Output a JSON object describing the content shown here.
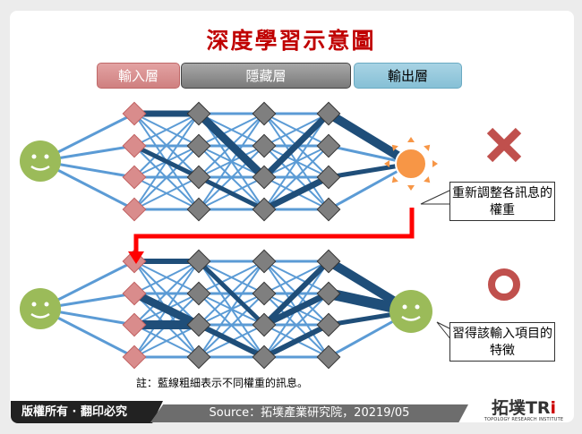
{
  "title": "深度學習示意圖",
  "layers": {
    "input": "輸入層",
    "hidden": "隱藏層",
    "output": "輸出層"
  },
  "callouts": {
    "top": "重新調整各訊息的權重",
    "bottom": "習得該輸入項目的特徵"
  },
  "marks": {
    "top": "cross-mark",
    "bottom": "circle-mark"
  },
  "note": "註：藍線粗細表示不同權重的訊息。",
  "footer": {
    "copyright": "版權所有 · 翻印必究",
    "source": "Source：拓墣產業研究院，20219/05",
    "logo_text": "拓墣TRi",
    "logo_subtitle": "TOPOLOGY RESEARCH INSTITUTE"
  },
  "colors": {
    "title": "#c00000",
    "thin_edge": "#5b9bd5",
    "thick_edge": "#1f4e79",
    "input_node": "#d98c8c",
    "hidden_node": "#7f7f7f",
    "sun": "#f79646",
    "smiley": "#9bbb59",
    "arrow": "#ff0000",
    "cross": "#c0504d"
  }
}
